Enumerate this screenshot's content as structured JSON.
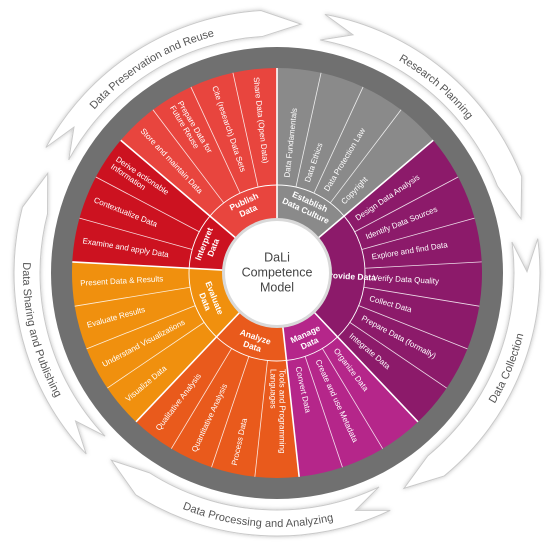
{
  "center": {
    "lines": [
      "DaLi",
      "Competence",
      "Model"
    ]
  },
  "cycle_phases": [
    {
      "id": "research-planning",
      "label": "Research Planning"
    },
    {
      "id": "data-collection",
      "label": "Data Collection"
    },
    {
      "id": "data-processing-and-analyzing",
      "label": "Data Processing and Analyzing"
    },
    {
      "id": "data-sharing-and-publishing",
      "label": "Data Sharing and Publishing"
    },
    {
      "id": "data-preservation-and-reuse",
      "label": "Data Preservation and Reuse"
    }
  ],
  "areas": [
    {
      "id": "establish-data-culture",
      "label_lines": [
        "Establish",
        "Data Culture"
      ],
      "color": "#8a8a8a",
      "competences": [
        {
          "lines": [
            "Data Fundamentals"
          ]
        },
        {
          "lines": [
            "Data Ethics"
          ]
        },
        {
          "lines": [
            "Data Protection Law"
          ]
        },
        {
          "lines": [
            "Copyright"
          ]
        }
      ]
    },
    {
      "id": "provide-data",
      "label_lines": [
        "Provide Data"
      ],
      "color": "#8c1a6a",
      "competences": [
        {
          "lines": [
            "Design Data Analysis"
          ]
        },
        {
          "lines": [
            "Identify Data Sources"
          ]
        },
        {
          "lines": [
            "Explore and find Data"
          ]
        },
        {
          "lines": [
            "Verify Data Quality"
          ]
        },
        {
          "lines": [
            "Collect Data"
          ]
        },
        {
          "lines": [
            "Prepare Data (formally)"
          ]
        },
        {
          "lines": [
            "Integrate Data"
          ]
        }
      ]
    },
    {
      "id": "manage-data",
      "label_lines": [
        "Manage",
        "Data"
      ],
      "color": "#b5268a",
      "competences": [
        {
          "lines": [
            "Organize Data"
          ]
        },
        {
          "lines": [
            "Create and use Metadata"
          ]
        },
        {
          "lines": [
            "Convert Data"
          ]
        }
      ]
    },
    {
      "id": "analyze-data",
      "label_lines": [
        "Analyze",
        "Data"
      ],
      "color": "#e95a1c",
      "competences": [
        {
          "lines": [
            "Tools and Programming",
            "Languages"
          ]
        },
        {
          "lines": [
            "Process Data"
          ]
        },
        {
          "lines": [
            "Quantitative Analysis"
          ]
        },
        {
          "lines": [
            "Qualitative Analysis"
          ]
        }
      ]
    },
    {
      "id": "evaluate-data",
      "label_lines": [
        "Evaluate",
        "Data"
      ],
      "color": "#f0900e",
      "competences": [
        {
          "lines": [
            "Visualize Data"
          ]
        },
        {
          "lines": [
            "Understand Visualizations"
          ]
        },
        {
          "lines": [
            "Evaluate Results"
          ]
        },
        {
          "lines": [
            "Present Data & Results"
          ]
        }
      ]
    },
    {
      "id": "interpret-data",
      "label_lines": [
        "Interpret",
        "Data"
      ],
      "color": "#cc1220",
      "competences": [
        {
          "lines": [
            "Examine and apply Data"
          ]
        },
        {
          "lines": [
            "Contextualize Data"
          ]
        },
        {
          "lines": [
            "Derive actionable",
            "Information"
          ]
        }
      ]
    },
    {
      "id": "publish-data",
      "label_lines": [
        "Publish",
        "Data"
      ],
      "color": "#e8453e",
      "competences": [
        {
          "lines": [
            "Store and maintain Data"
          ]
        },
        {
          "lines": [
            "Prepare Data for",
            "Future Reuse"
          ]
        },
        {
          "lines": [
            "Cite (research) Data Sets"
          ]
        },
        {
          "lines": [
            "Share Data (Open Data)"
          ]
        }
      ]
    }
  ]
}
